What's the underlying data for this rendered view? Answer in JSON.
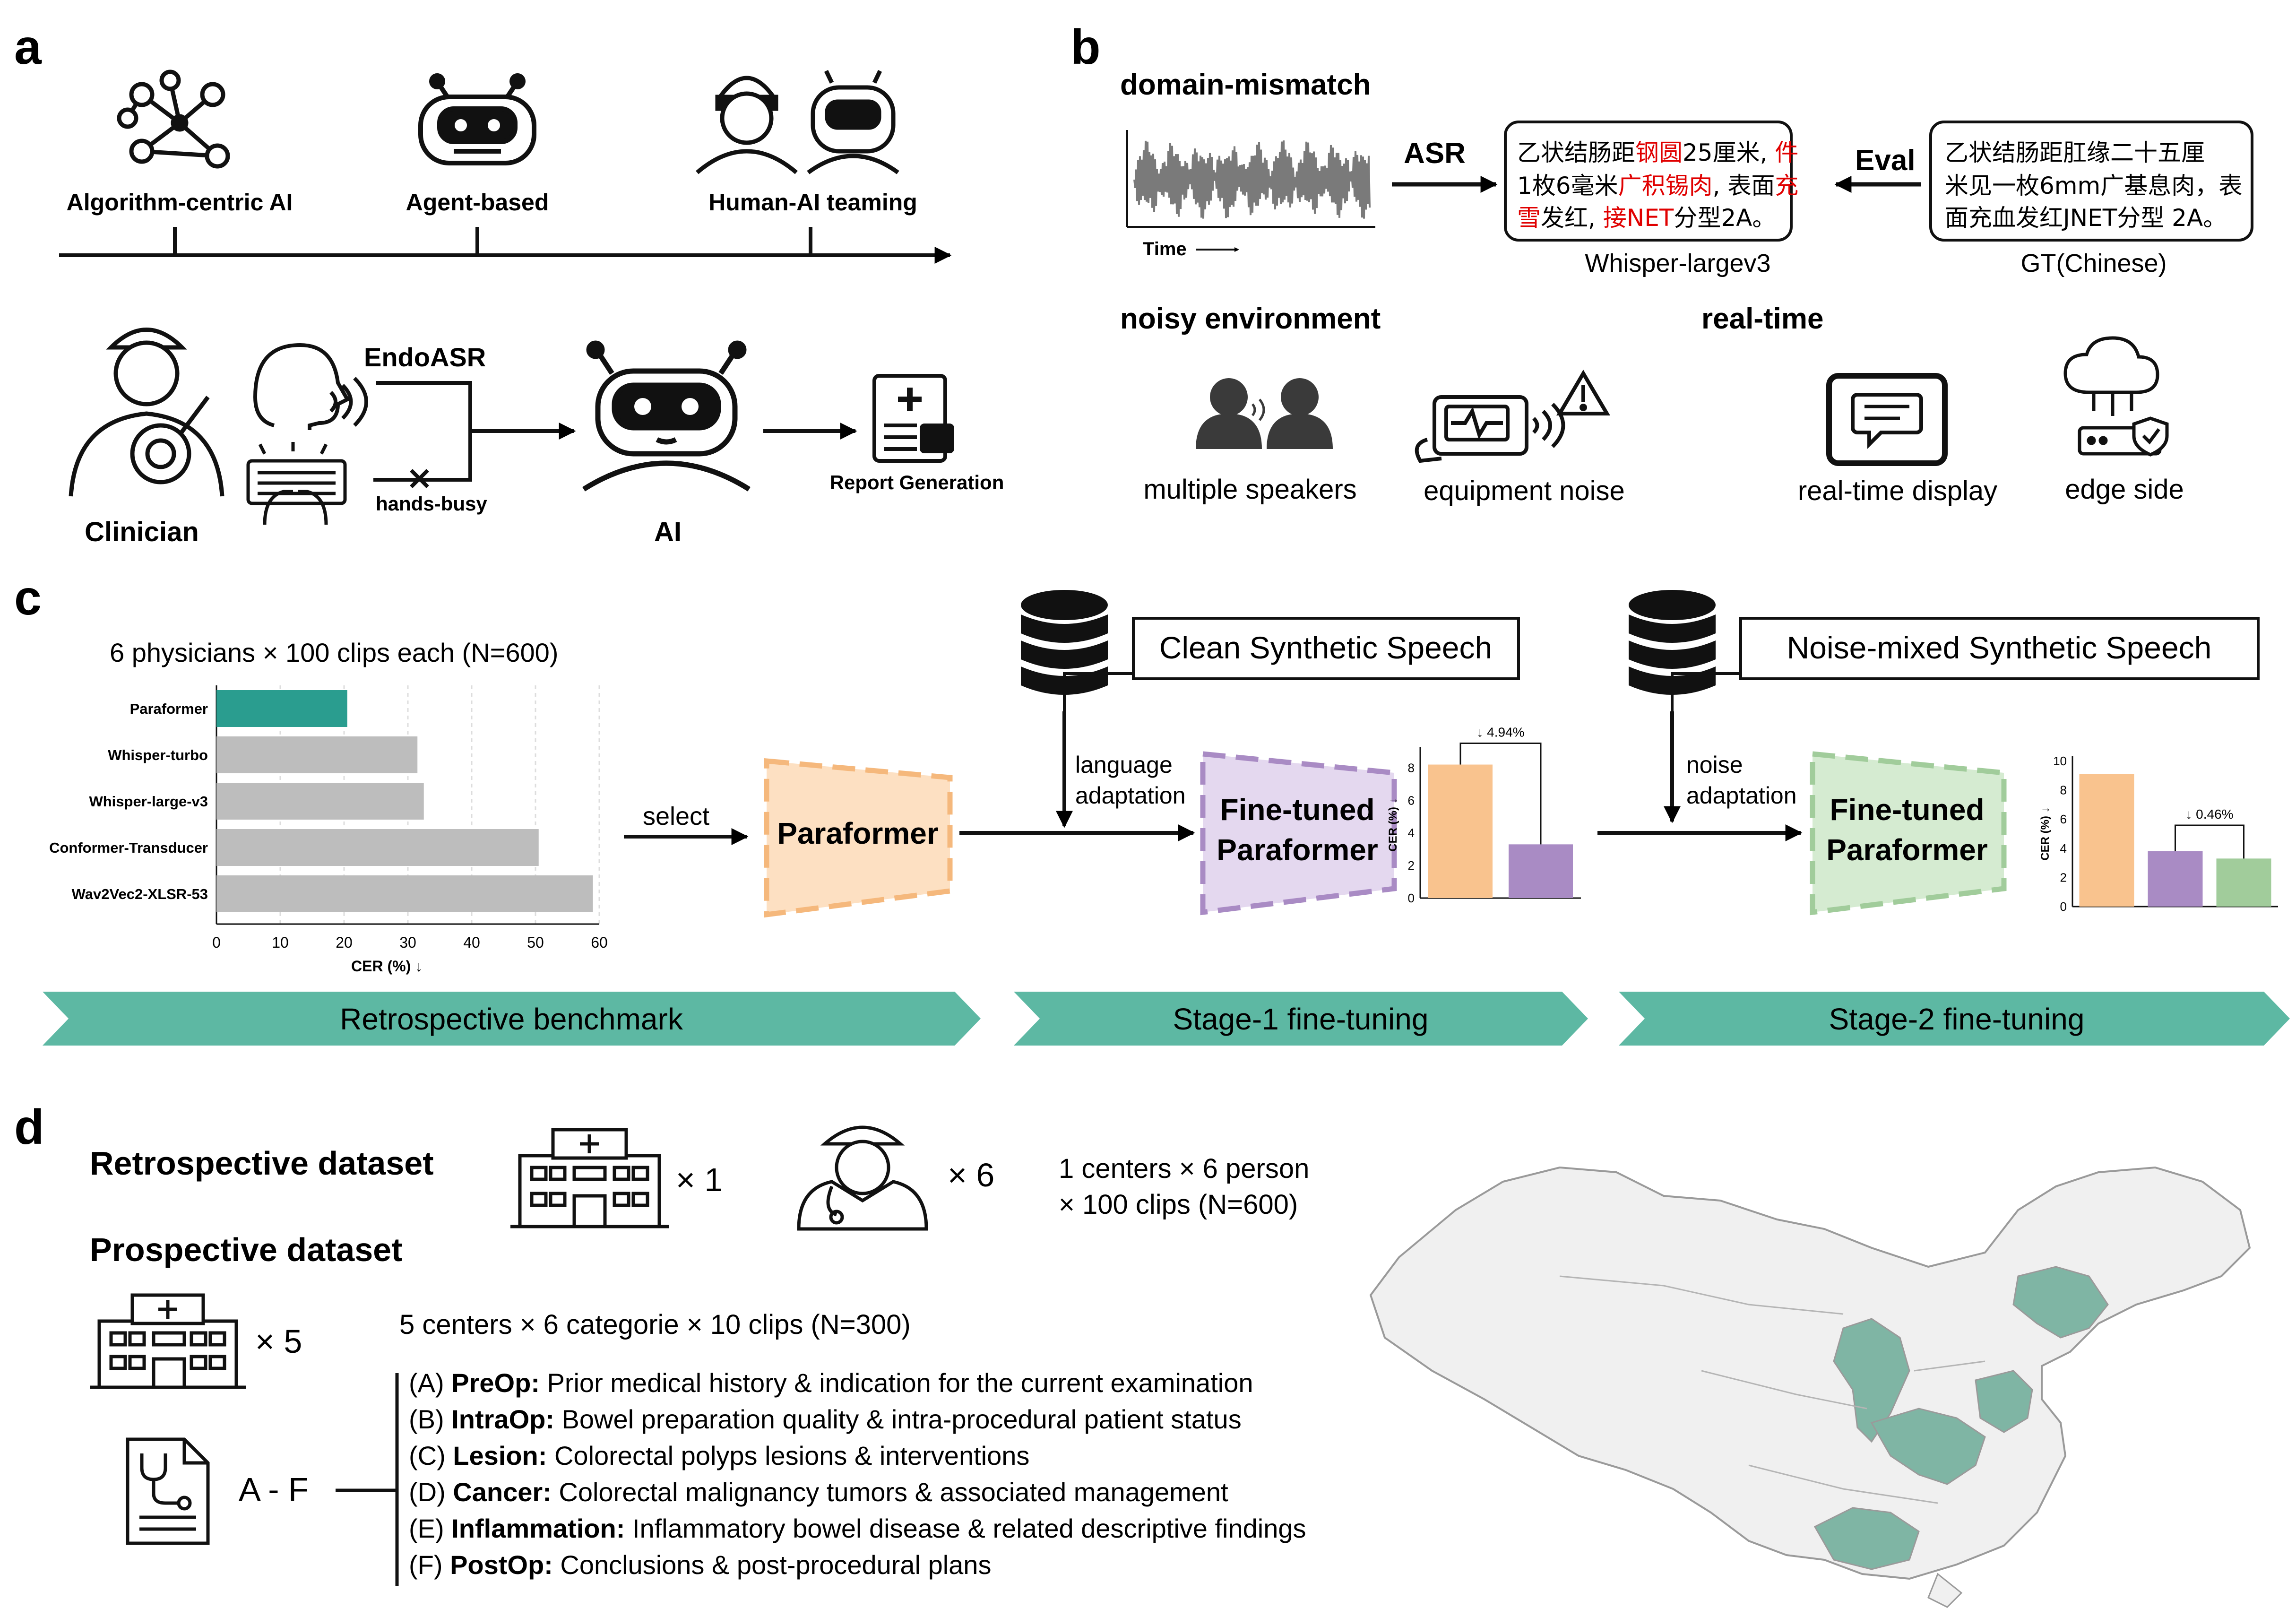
{
  "panels": {
    "a": "a",
    "b": "b",
    "c": "c",
    "d": "d"
  },
  "panel_a": {
    "timeline": [
      "Algorithm-centric AI",
      "Agent-based",
      "Human-AI teaming"
    ],
    "clinician": "Clinician",
    "endoasr": "EndoASR",
    "hands_busy": "hands-busy",
    "ai": "AI",
    "report": "Report Generation"
  },
  "panel_b": {
    "domain_mismatch": "domain-mismatch",
    "time_label": "Time",
    "asr": "ASR",
    "eval": "Eval",
    "whisper_lines": [
      [
        {
          "t": "乙状结肠距",
          "red": false
        },
        {
          "t": "钢圆",
          "red": true
        },
        {
          "t": "25厘米, ",
          "red": false
        },
        {
          "t": "件",
          "red": true
        }
      ],
      [
        {
          "t": "1枚6毫米",
          "red": false
        },
        {
          "t": "广积锡肉",
          "red": true
        },
        {
          "t": ", 表面",
          "red": false
        },
        {
          "t": "充",
          "red": true
        }
      ],
      [
        {
          "t": "雪",
          "red": true
        },
        {
          "t": "发红, ",
          "red": false
        },
        {
          "t": "接NET",
          "red": true
        },
        {
          "t": "分型2A。",
          "red": false
        }
      ]
    ],
    "whisper_caption": "Whisper-largev3",
    "gt_lines": [
      "乙状结肠距肛缘二十五厘",
      "米见一枚6mm广基息肉，表",
      "面充血发红JNET分型 2A。"
    ],
    "gt_caption": "GT(Chinese)",
    "noisy_environment": "noisy environment",
    "real_time": "real-time",
    "icons": [
      "multiple speakers",
      "equipment noise",
      "real-time display",
      "edge side"
    ]
  },
  "panel_c": {
    "subtitle": "6 physicians × 100 clips each (N=600)",
    "select": "select",
    "paraformer": "Paraformer",
    "clean_db": "Clean Synthetic Speech",
    "noise_db": "Noise-mixed Synthetic Speech",
    "language_adaptation": [
      "language",
      "adaptation"
    ],
    "noise_adaptation": [
      "noise",
      "adaptation"
    ],
    "finetuned": [
      "Fine-tuned",
      "Paraformer"
    ],
    "stages": [
      "Retrospective benchmark",
      "Stage-1 fine-tuning",
      "Stage-2 fine-tuning"
    ],
    "colors": {
      "teal": "#2a9d8f",
      "gray": "#bdbdbd",
      "orange": "#f9c38e",
      "purple": "#a98bc4",
      "green": "#a1cc9b",
      "banner": "#5db8a3"
    }
  },
  "chart_data": [
    {
      "type": "bar",
      "orientation": "horizontal",
      "categories": [
        "Paraformer",
        "Whisper-turbo",
        "Whisper-large-v3",
        "Conformer-Transducer",
        "Wav2Vec2-XLSR-53"
      ],
      "values": [
        20.5,
        31.5,
        32.5,
        50.5,
        59
      ],
      "xlabel": "CER (%) ↓",
      "xlim": [
        0,
        60
      ],
      "xticks": [
        0,
        10,
        20,
        30,
        40,
        50,
        60
      ],
      "grid": true
    },
    {
      "type": "bar",
      "categories": [
        "Paraformer",
        "Fine-tuned Paraformer (Stage-1)"
      ],
      "values": [
        8.2,
        3.3
      ],
      "ylabel": "CER (%) ↓",
      "ylim": [
        0,
        9
      ],
      "yticks": [
        0,
        2,
        4,
        6,
        8
      ],
      "annotation": "↓ 4.94%"
    },
    {
      "type": "bar",
      "categories": [
        "Paraformer",
        "Fine-tuned Paraformer (Stage-1)",
        "Fine-tuned Paraformer (Stage-2)"
      ],
      "values": [
        9.1,
        3.8,
        3.3
      ],
      "ylabel": "CER (%) ↓",
      "ylim": [
        0,
        10
      ],
      "yticks": [
        0,
        2,
        4,
        6,
        8,
        10
      ],
      "annotation": "↓ 0.46%"
    }
  ],
  "panel_d": {
    "retro_title": "Retrospective dataset",
    "pro_title": "Prospective dataset",
    "x1": "× 1",
    "x6": "× 6",
    "x5": "× 5",
    "af": "A - F",
    "retro_desc": [
      "1 centers × 6 person",
      "× 100 clips  (N=600)"
    ],
    "pro_desc": "5 centers × 6 categorie × 10 clips  (N=300)",
    "categories": [
      {
        "prefix": "(A) ",
        "name": "PreOp:",
        "desc": " Prior medical history & indication for the current examination"
      },
      {
        "prefix": "(B) ",
        "name": "IntraOp:",
        "desc": " Bowel preparation quality & intra-procedural patient status"
      },
      {
        "prefix": "(C) ",
        "name": "Lesion:",
        "desc": " Colorectal polyps lesions & interventions"
      },
      {
        "prefix": "(D) ",
        "name": "Cancer:",
        "desc": " Colorectal malignancy tumors & associated management"
      },
      {
        "prefix": "(E) ",
        "name": "Inflammation:",
        "desc": " Inflammatory bowel disease & related descriptive findings"
      },
      {
        "prefix": "(F) ",
        "name": "PostOp:",
        "desc": " Conclusions & post-procedural plans"
      }
    ],
    "map_colors": {
      "land": "#f0f0f0",
      "highlight": "#7fb5a4",
      "border": "#9a9a9a"
    }
  }
}
